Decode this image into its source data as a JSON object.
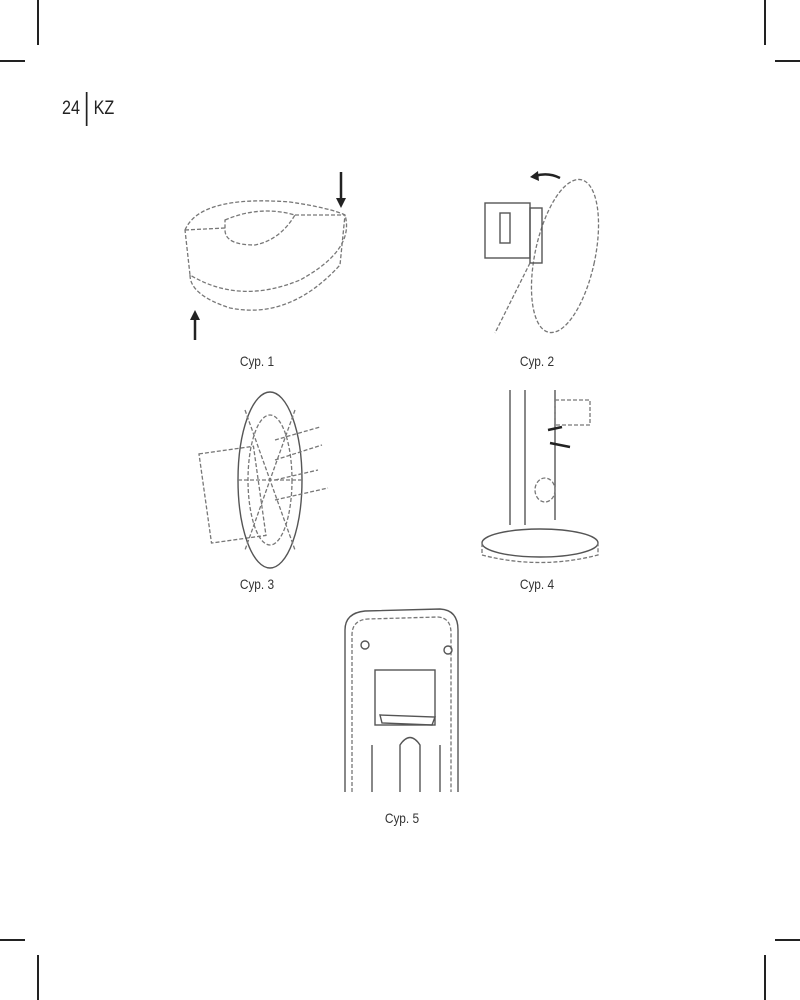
{
  "header": {
    "page_number": "24",
    "language_code": "KZ"
  },
  "figures": [
    {
      "caption": "Сур. 1"
    },
    {
      "caption": "Сур. 2"
    },
    {
      "caption": "Сур. 3"
    },
    {
      "caption": "Сур. 4"
    },
    {
      "caption": "Сур. 5"
    }
  ]
}
